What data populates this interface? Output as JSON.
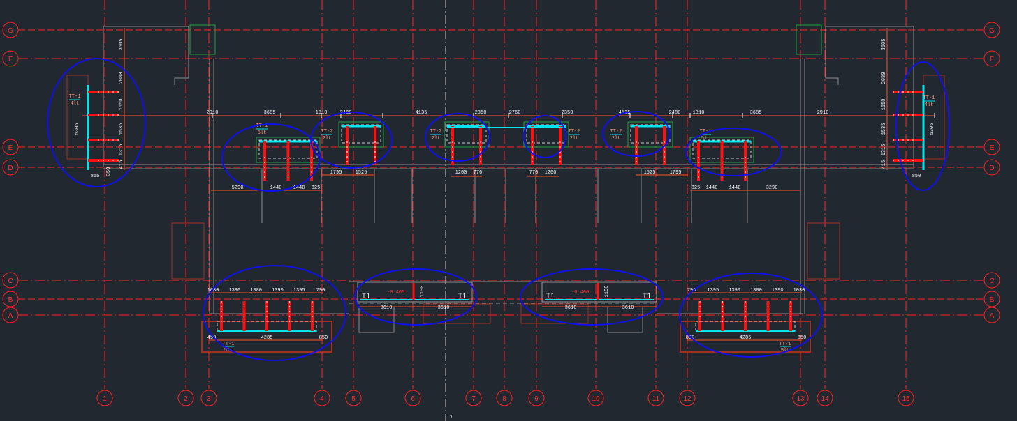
{
  "drawing": {
    "colors": {
      "background": "#212830",
      "axis": "#ff2020",
      "wall": "#8a8a8a",
      "cloud": "#1010ee",
      "beam": "#00e5ee",
      "dim_line": "#ff5020",
      "brown": "#a03020",
      "green": "#20a040"
    },
    "vertical_axes": [
      "1",
      "2",
      "3",
      "4",
      "5",
      "6",
      "7",
      "8",
      "9",
      "10",
      "11",
      "12",
      "13",
      "14",
      "15"
    ],
    "horizontal_axes": [
      "G",
      "F",
      "E",
      "D",
      "C",
      "B",
      "A"
    ],
    "top_dims": [
      "2910",
      "3685",
      "1310",
      "2480",
      "4135",
      "2350",
      "2760",
      "2350",
      "4135",
      "2480",
      "1310",
      "3685",
      "2910"
    ],
    "upper_sub_dims": [
      "1795",
      "1525",
      "1200",
      "770",
      "770",
      "1200",
      "1525",
      "1795"
    ],
    "lower_dims_left": [
      "5290",
      "1440",
      "1440",
      "825"
    ],
    "lower_dims_right": [
      "825",
      "1440",
      "1440",
      "3290"
    ],
    "bottom_left_dims": [
      "1030",
      "1390",
      "1380",
      "1390",
      "1395",
      "790"
    ],
    "bottom_right_dims": [
      "790",
      "1395",
      "1390",
      "1380",
      "1390",
      "1030"
    ],
    "bottom_left_span": [
      "450",
      "4285",
      "850"
    ],
    "bottom_right_span": [
      "850",
      "4285",
      "850"
    ],
    "center_dims": [
      "3610",
      "3610",
      "1100",
      "3610",
      "3610",
      "1100"
    ],
    "side_dims_left": [
      "3505",
      "2080",
      "1550",
      "1535",
      "1315",
      "415",
      "5305",
      "855",
      "350"
    ],
    "side_dims_right": [
      "3505",
      "2080",
      "1550",
      "1535",
      "1315",
      "415",
      "5305",
      "850"
    ],
    "tags": [
      "TT-1",
      "4lt",
      "TT-1",
      "5lt",
      "TT-1",
      "5lt",
      "TT-1",
      "4lt",
      "TT-1",
      "5lt",
      "TT-1",
      "5lt",
      "TT-2",
      "2lt",
      "TT-2",
      "2lt",
      "TT-2",
      "2lt",
      "TT-2",
      "2lt"
    ],
    "t_labels": [
      "T1",
      "T1",
      "T1",
      "T1"
    ],
    "elevation_marks": [
      "-0.400",
      "-0.400"
    ],
    "ucs_label": "1"
  }
}
